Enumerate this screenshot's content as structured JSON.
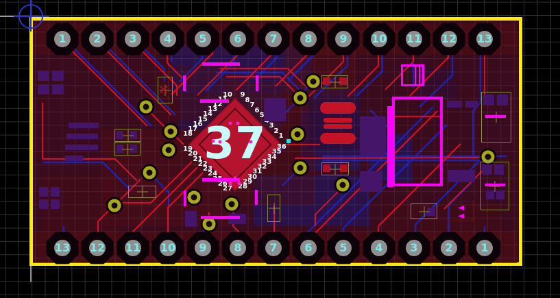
{
  "view": {
    "application": "pcb-layout-editor",
    "description": "2-layer PCB board view with numbered header pads"
  },
  "board": {
    "outline_color": "#ffeb00",
    "origin_marker": "crosshair-circle"
  },
  "chip": {
    "label": "37",
    "pin_count": 36,
    "pins": [
      "1",
      "2",
      "3",
      "4",
      "5",
      "6",
      "7",
      "8",
      "9",
      "10",
      "11",
      "12",
      "13",
      "14",
      "15",
      "16",
      "17",
      "18",
      "19",
      "20",
      "21",
      "22",
      "23",
      "24",
      "25",
      "26",
      "27",
      "28",
      "29",
      "30",
      "31",
      "32",
      "33",
      "34",
      "35",
      "36"
    ]
  },
  "pads": {
    "top": [
      "1",
      "2",
      "3",
      "4",
      "5",
      "6",
      "7",
      "8",
      "9",
      "10",
      "11",
      "12",
      "13"
    ],
    "bottom": [
      "13",
      "12",
      "11",
      "10",
      "9",
      "8",
      "7",
      "6",
      "5",
      "4",
      "3",
      "2",
      "1"
    ]
  },
  "colors": {
    "background": "#000000",
    "grid": "#2e2e2e",
    "board_fill": "#3a0a1d",
    "top_trace": "#c81326",
    "bottom_trace": "#2121a8",
    "silkscreen": "#ff00ff",
    "pad_ring": "#d400d4",
    "pad_hole": "#8f8f8f",
    "pad_label": "#7fe8e8",
    "via_ring": "#a8a81e",
    "chip_fill": "#b5142e",
    "chip_label": "#c9fbfb",
    "pin_label": "#ffffff",
    "inner_pad": "#45156a",
    "footprint_outline": "#8a8a33",
    "origin_marker": "#2a35c8"
  }
}
